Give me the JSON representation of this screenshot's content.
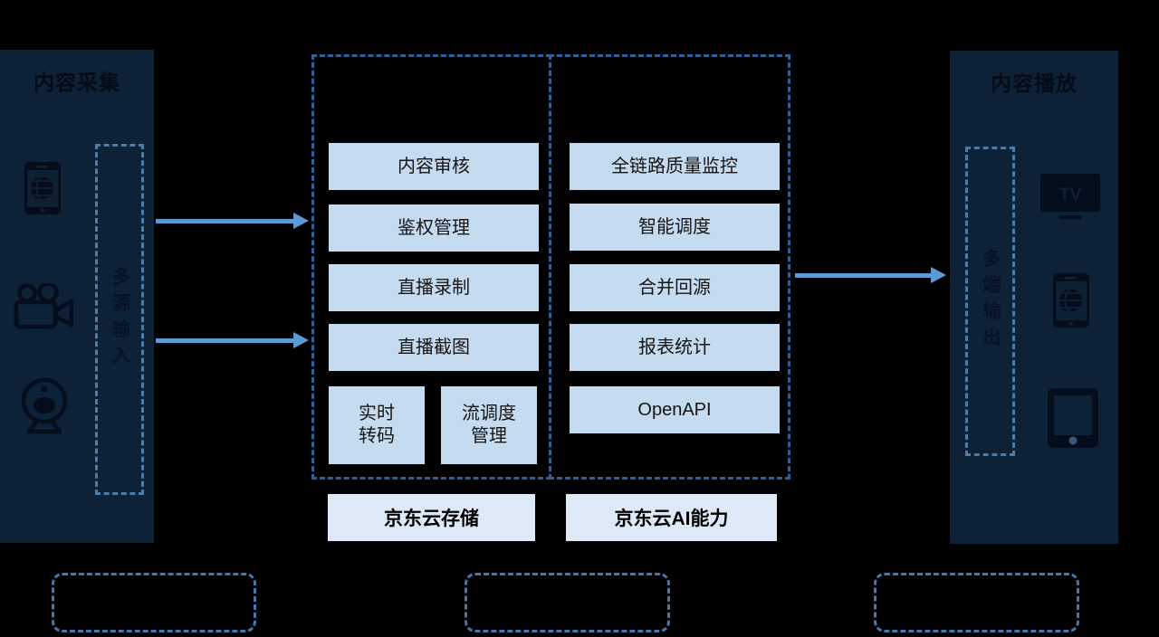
{
  "panels": {
    "left": {
      "title": "内容采集",
      "vertical_label": "多源输入",
      "icons": [
        "smartphone-globe-icon",
        "camcorder-icon",
        "webcam-icon"
      ]
    },
    "right": {
      "title": "内容播放",
      "vertical_label": "多端输出",
      "tv_label": "TV",
      "icons": [
        "tv-icon",
        "smartphone-globe-icon",
        "tablet-icon"
      ]
    }
  },
  "middle": {
    "groups": [
      {
        "modules": [
          "内容审核",
          "鉴权管理",
          "直播录制",
          "直播截图"
        ],
        "small_modules": [
          {
            "line1": "实时",
            "line2": "转码"
          },
          {
            "line1": "流调度",
            "line2": "管理"
          }
        ],
        "footer": "京东云存储"
      },
      {
        "modules": [
          "全链路质量监控",
          "智能调度",
          "合并回源",
          "报表统计",
          "OpenAPI"
        ],
        "small_modules": [],
        "footer": "京东云AI能力"
      }
    ]
  },
  "colors": {
    "background": "#000000",
    "panel": "#0d2137",
    "panel_text": "#040b16",
    "module_fill": "#c5dbef",
    "footer_fill": "#dde9f6",
    "dashed_outer": "#2f6195",
    "dashed_inner": "#4d7ca9",
    "arrow": "#5b9bd5"
  }
}
